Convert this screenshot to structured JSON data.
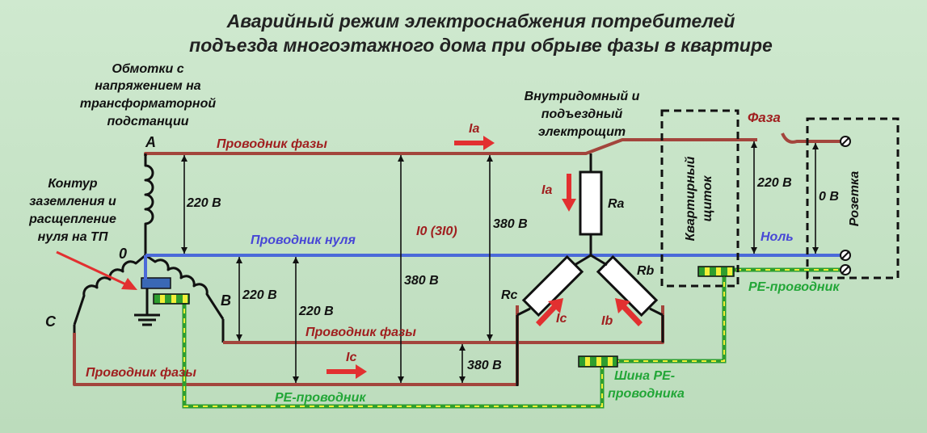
{
  "title": {
    "line1": "Аварийный режим электроснабжения потребителей",
    "line2": "подъезда многоэтажного дома при обрыве фазы в квартире"
  },
  "labels": {
    "windings": [
      "Обмотки с",
      "напряжением на",
      "трансформаторной",
      "подстанции"
    ],
    "ground": [
      "Контур",
      "заземления и",
      "расщепление",
      "нуля на ТП"
    ],
    "panel": [
      "Внутридомный и",
      "подъездный",
      "электрощит"
    ],
    "phase_a": "A",
    "phase_b": "B",
    "phase_c": "C",
    "neutral_point": "0",
    "conductor_phase_top": "Проводник фазы",
    "conductor_phase_mid": "Проводник фазы",
    "conductor_phase_bottom": "Проводник фазы",
    "conductor_neutral": "Проводник нуля",
    "pe_bottom": "PE-проводник",
    "pe_right": "PE-проводник",
    "pe_bus": [
      "Шина PE-",
      "проводника"
    ],
    "apartment_panel": [
      "Квартирный",
      "щиток"
    ],
    "socket": "Розетка",
    "faza": "Фаза",
    "nol": "Ноль",
    "ra": "Ra",
    "rb": "Rb",
    "rc": "Rc",
    "i0": "I0 (3I0)"
  },
  "measurements": {
    "v220_a": "220 В",
    "v220_b1": "220 В",
    "v220_b2": "220 В",
    "v380_ab": "380 В",
    "v380_ac": "380 В",
    "v380_bc": "380 В",
    "v220_apt": "220 В",
    "v0_socket": "0 В"
  },
  "currents": {
    "ia_wire": "Ia",
    "ia_res": "Ia",
    "ic_wire": "Ic",
    "ic_res": "Ic",
    "ib_res": "Ib"
  }
}
